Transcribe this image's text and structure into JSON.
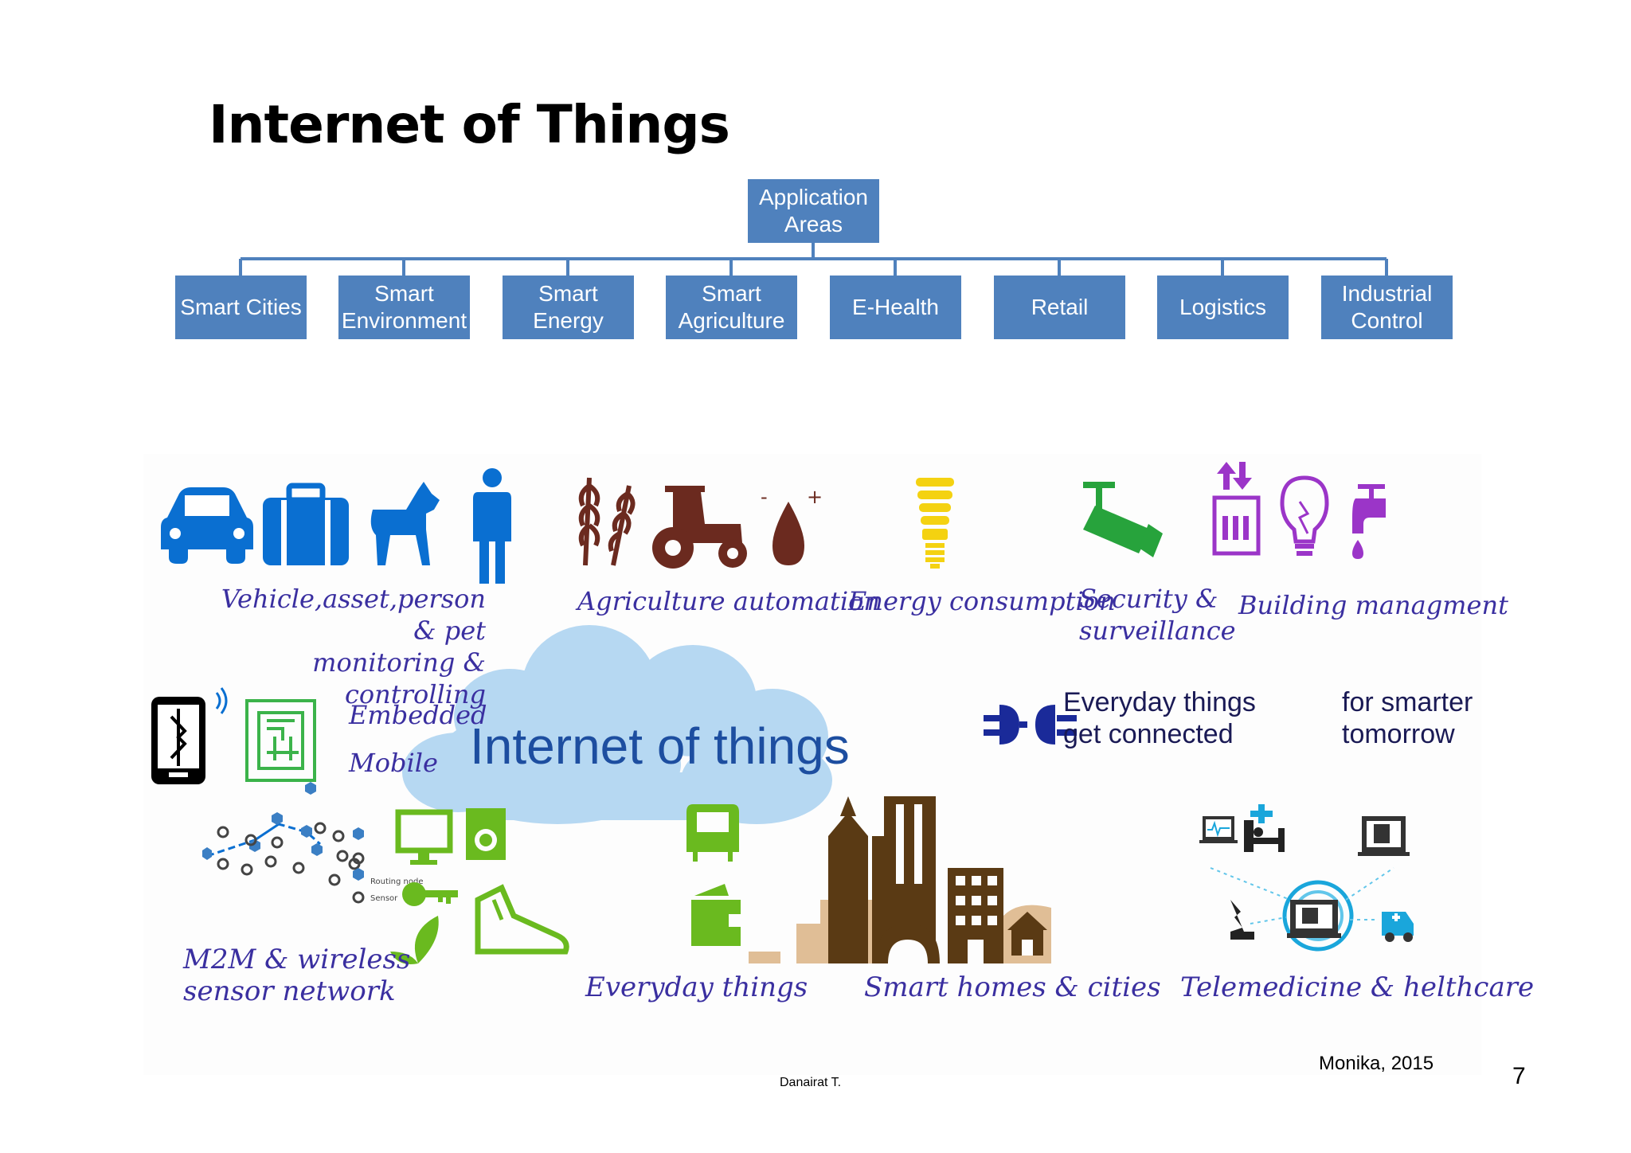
{
  "title": "Internet of Things",
  "org_chart": {
    "root": "Application\nAreas",
    "children": [
      "Smart Cities",
      "Smart\nEnvironment",
      "Smart\nEnergy",
      "Smart\nAgriculture",
      "E-Health",
      "Retail",
      "Logistics",
      "Industrial\nControl"
    ]
  },
  "infographic": {
    "captions": {
      "vehicle": "Vehicle,asset,person & pet\nmonitoring & controlling",
      "agriculture": "Agriculture automation",
      "energy": "Energy consumption",
      "security": "Security &\nsurveillance",
      "building": "Building managment",
      "embedded": "Embedded",
      "mobile": "Mobile",
      "m2m": "M2M & wireless\nsensor network",
      "everyday": "Everyday things",
      "smart_homes": "Smart homes & cities",
      "telemedicine": "Telemedicine & helthcare"
    },
    "cloud_text": "Internet of things",
    "slogan_left": "Everyday things\nget connected",
    "slogan_right": "for smarter\ntomorrow",
    "legend_routing": "Routing node",
    "legend_sensor": "Sensor",
    "colors": {
      "blue": "#0a6fd1",
      "brown": "#6b2a1f",
      "yellow": "#f4d211",
      "green": "#27a33c",
      "purple": "#9b35c8",
      "lime": "#6aba1f",
      "cloud": "#b6d8f2",
      "dark_brown": "#5a3a14"
    }
  },
  "footer": {
    "citation": "Monika, 2015",
    "author": "Danairat T.",
    "page_number": "7"
  }
}
